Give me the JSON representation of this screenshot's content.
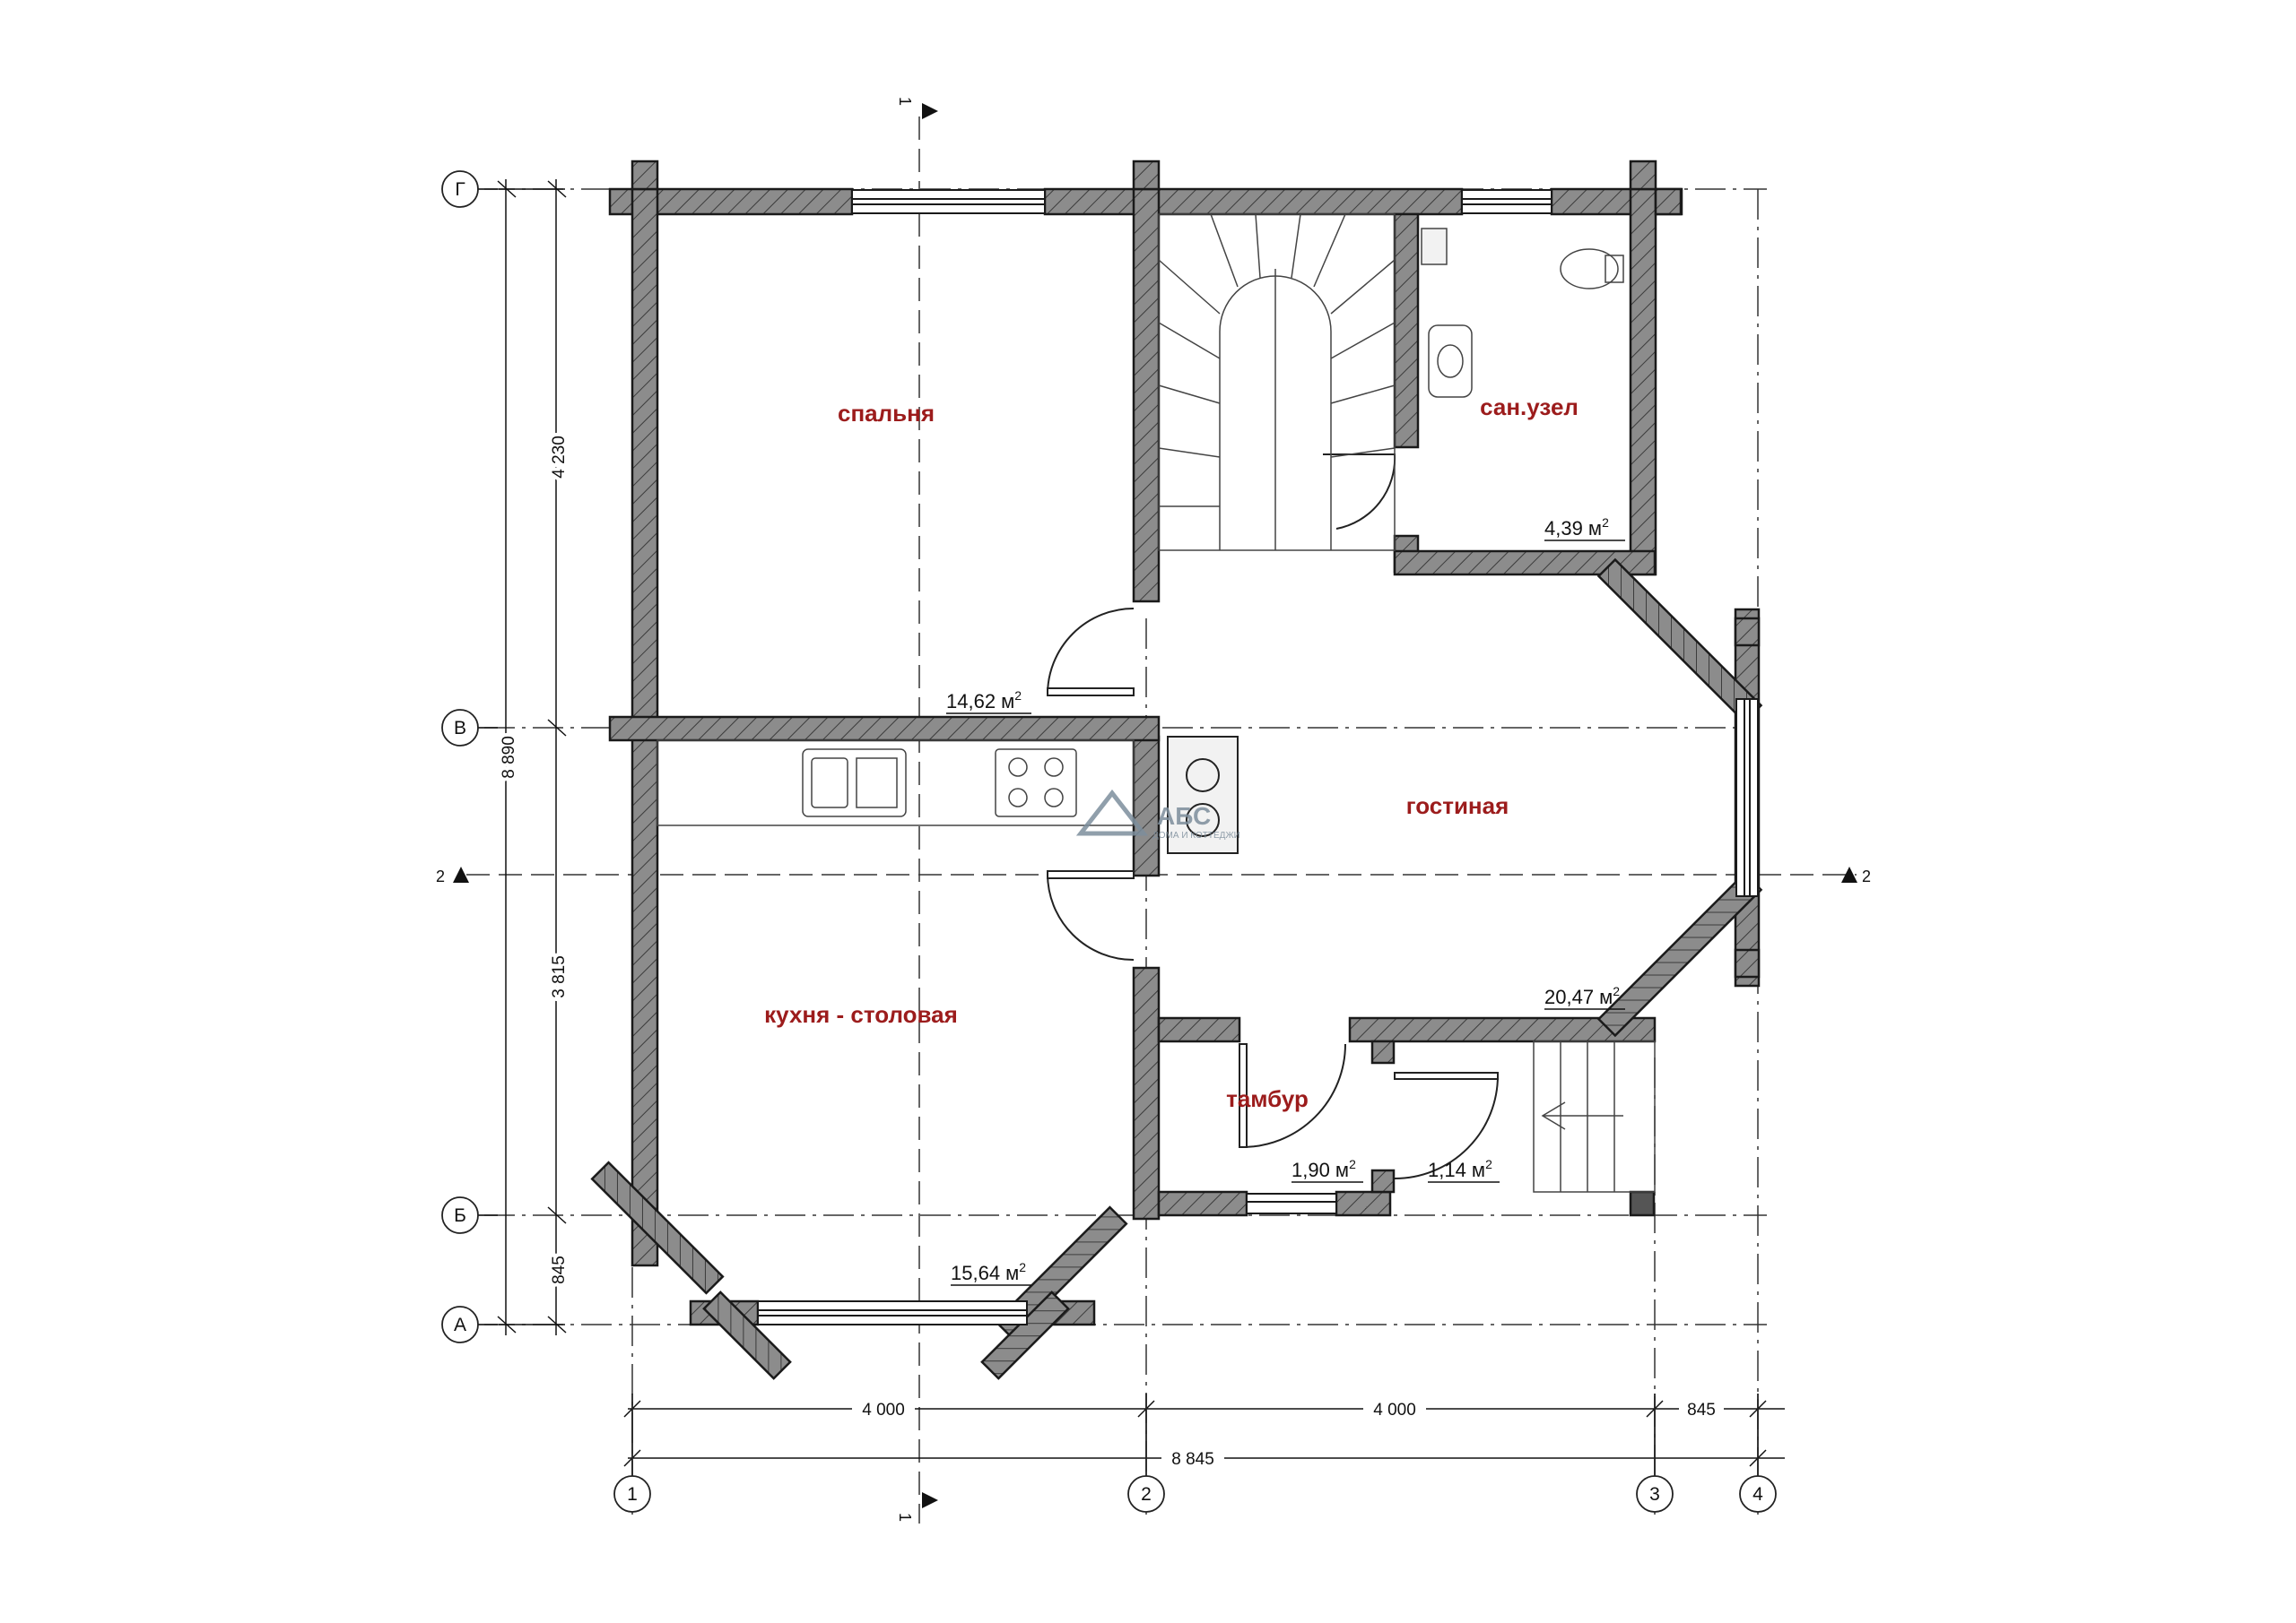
{
  "rooms": {
    "bedroom": {
      "name": "спальня",
      "area": "14,62 м",
      "sup": "2"
    },
    "bathroom": {
      "name": "сан.узел",
      "area": "4,39 м",
      "sup": "2"
    },
    "living": {
      "name": "гостиная",
      "area": "20,47 м",
      "sup": "2"
    },
    "kitchen": {
      "name": "кухня - столовая",
      "area": "15,64 м",
      "sup": "2"
    },
    "vestibule": {
      "name": "тамбур",
      "area": "1,90 м",
      "sup": "2"
    },
    "porch": {
      "area": "1,14 м",
      "sup": "2"
    }
  },
  "dimensions": {
    "left_total": "8 890",
    "left_top": "4 230",
    "left_mid": "3 815",
    "left_bottom": "845",
    "bottom_first": "4 000",
    "bottom_second": "4 000",
    "bottom_third": "845",
    "bottom_total": "8 845"
  },
  "axes": {
    "rows": [
      "Г",
      "В",
      "Б",
      "А"
    ],
    "columns": [
      "1",
      "2",
      "3",
      "4"
    ]
  },
  "sections": {
    "vertical": "1",
    "horizontal": "2"
  },
  "logo": {
    "text": "АБС",
    "subtext": "ДОМА И КОТТЕДЖИ"
  },
  "colors": {
    "wall_fill": "#8c8c8c",
    "wall_stroke": "#1a1a1a",
    "room_label": "#9c1c1c",
    "logo": "#7d8e9c"
  }
}
